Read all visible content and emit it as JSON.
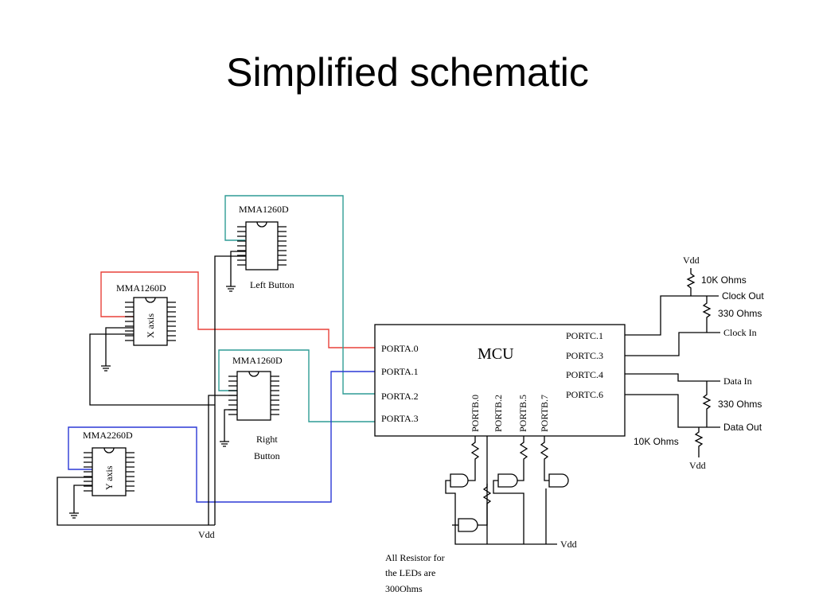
{
  "slide": {
    "title": "Simplified schematic"
  },
  "chips": {
    "left_button_chip": "MMA1260D",
    "left_button_label": "Left Button",
    "x_axis_chip": "MMA1260D",
    "x_axis_label": "X axis",
    "right_button_chip": "MMA1260D",
    "right_button_label_1": "Right",
    "right_button_label_2": "Button",
    "y_axis_chip": "MMA2260D",
    "y_axis_label": "Y axis"
  },
  "mcu": {
    "label": "MCU",
    "porta": [
      "PORTA.0",
      "PORTA.1",
      "PORTA.2",
      "PORTA.3"
    ],
    "portb": [
      "PORTB.0",
      "PORTB.2",
      "PORTB.5",
      "PORTB.7"
    ],
    "portc": [
      "PORTC.1",
      "PORTC.3",
      "PORTC.4",
      "PORTC.6"
    ]
  },
  "ps2": {
    "vdd_top": "Vdd",
    "r_10k_top": "10K Ohms",
    "clock_out": "Clock Out",
    "r_330_clock": "330 Ohms",
    "clock_in": "Clock In",
    "data_in": "Data In",
    "r_330_data": "330 Ohms",
    "data_out": "Data Out",
    "r_10k_bottom": "10K Ohms",
    "vdd_bottom": "Vdd"
  },
  "power": {
    "vdd_left": "Vdd",
    "vdd_led": "Vdd"
  },
  "note": {
    "line1": "All Resistor for",
    "line2": "the LEDs are",
    "line3": "300Ohms"
  },
  "colors": {
    "red_wire": "#e8413a",
    "blue_wire": "#2b38d6",
    "teal_wire": "#2f9c95"
  }
}
